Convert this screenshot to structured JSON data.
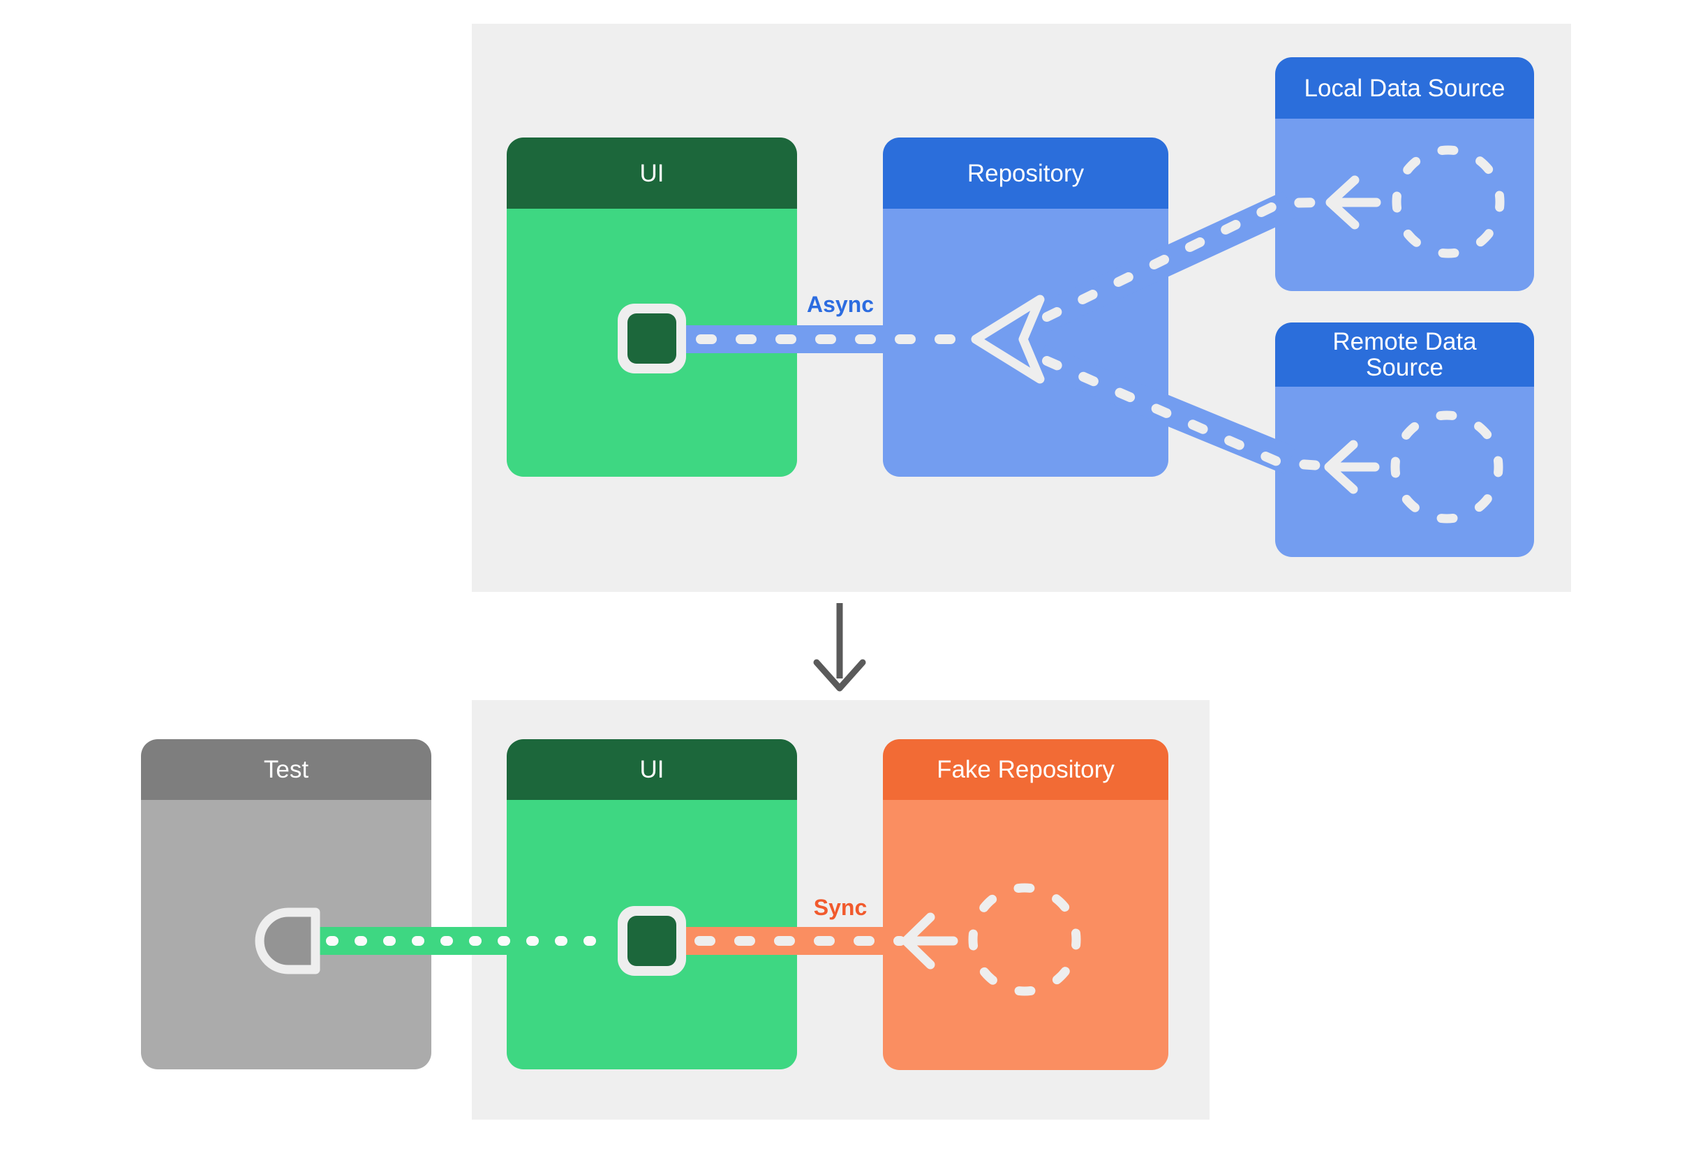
{
  "diagram": {
    "top_section": {
      "cards": {
        "ui": {
          "title": "UI"
        },
        "repository": {
          "title": "Repository"
        },
        "local_data_source": {
          "title": "Local Data Source"
        },
        "remote_data_source": {
          "title": "Remote Data Source"
        }
      },
      "flow_label": "Async"
    },
    "bottom_section": {
      "cards": {
        "test": {
          "title": "Test"
        },
        "ui": {
          "title": "UI"
        },
        "fake_repository": {
          "title": "Fake Repository"
        }
      },
      "flow_label": "Sync"
    },
    "colors": {
      "green_header": "#1c673b",
      "green_body": "#3ed782",
      "blue_header": "#2b6edb",
      "blue_body": "#739df0",
      "orange_header": "#f26b35",
      "orange_body": "#fa8e61",
      "gray_header": "#7e7e7e",
      "gray_body": "#ababab",
      "panel_background": "#efefef",
      "mark_white": "#eeeeee",
      "dot_white": "#fbfbfb",
      "connector_fill": "#949494",
      "async_label_color": "#2c6ce0",
      "sync_label_color": "#f15a2d",
      "down_arrow_color": "#5a5a5a"
    }
  }
}
